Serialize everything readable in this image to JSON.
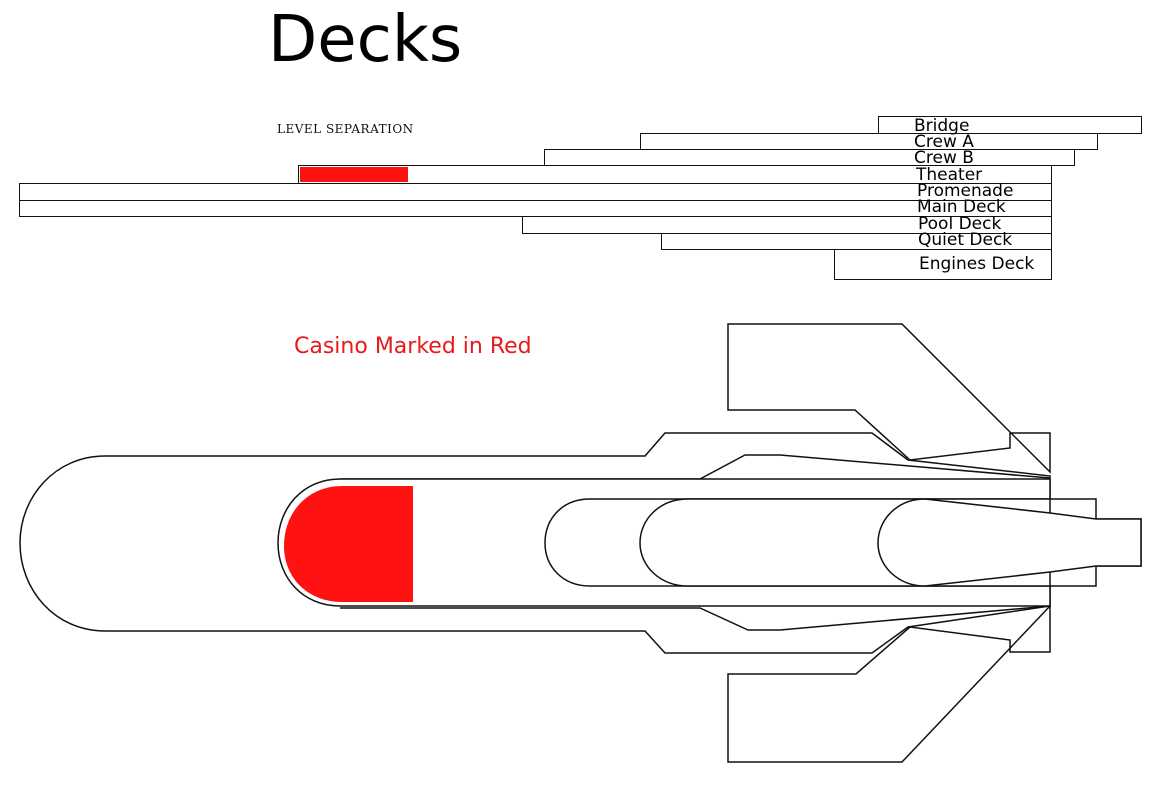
{
  "title": "Decks",
  "level_separation_label": "LEVEL SEPARATION",
  "casino_note": "Casino Marked in Red",
  "highlight_color": "#ff1212",
  "decks": [
    {
      "id": "bridge",
      "label": "Bridge"
    },
    {
      "id": "crew-a",
      "label": "Crew A"
    },
    {
      "id": "crew-b",
      "label": "Crew B"
    },
    {
      "id": "theater",
      "label": "Theater"
    },
    {
      "id": "promenade",
      "label": "Promenade"
    },
    {
      "id": "main-deck",
      "label": "Main Deck"
    },
    {
      "id": "pool-deck",
      "label": "Pool Deck"
    },
    {
      "id": "quiet-deck",
      "label": "Quiet Deck"
    },
    {
      "id": "engines-deck",
      "label": "Engines Deck"
    }
  ]
}
